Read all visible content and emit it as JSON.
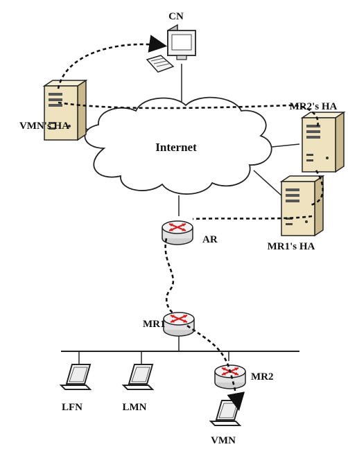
{
  "labels": {
    "cn": "CN",
    "vmn_ha": "VMN's HA",
    "mr2_ha": "MR2's HA",
    "internet": "Internet",
    "mr1_ha": "MR1's HA",
    "ar": "AR",
    "mr1": "MR1",
    "mr2": "MR2",
    "lfn": "LFN",
    "lmn": "LMN",
    "vmn": "VMN"
  },
  "colors": {
    "server_body": "#efe3bf",
    "server_side": "#c9b98d",
    "router_top": "#e9e9e9",
    "router_arrows": "#d42020",
    "cloud_fill": "#ffffff",
    "line": "#222222"
  }
}
